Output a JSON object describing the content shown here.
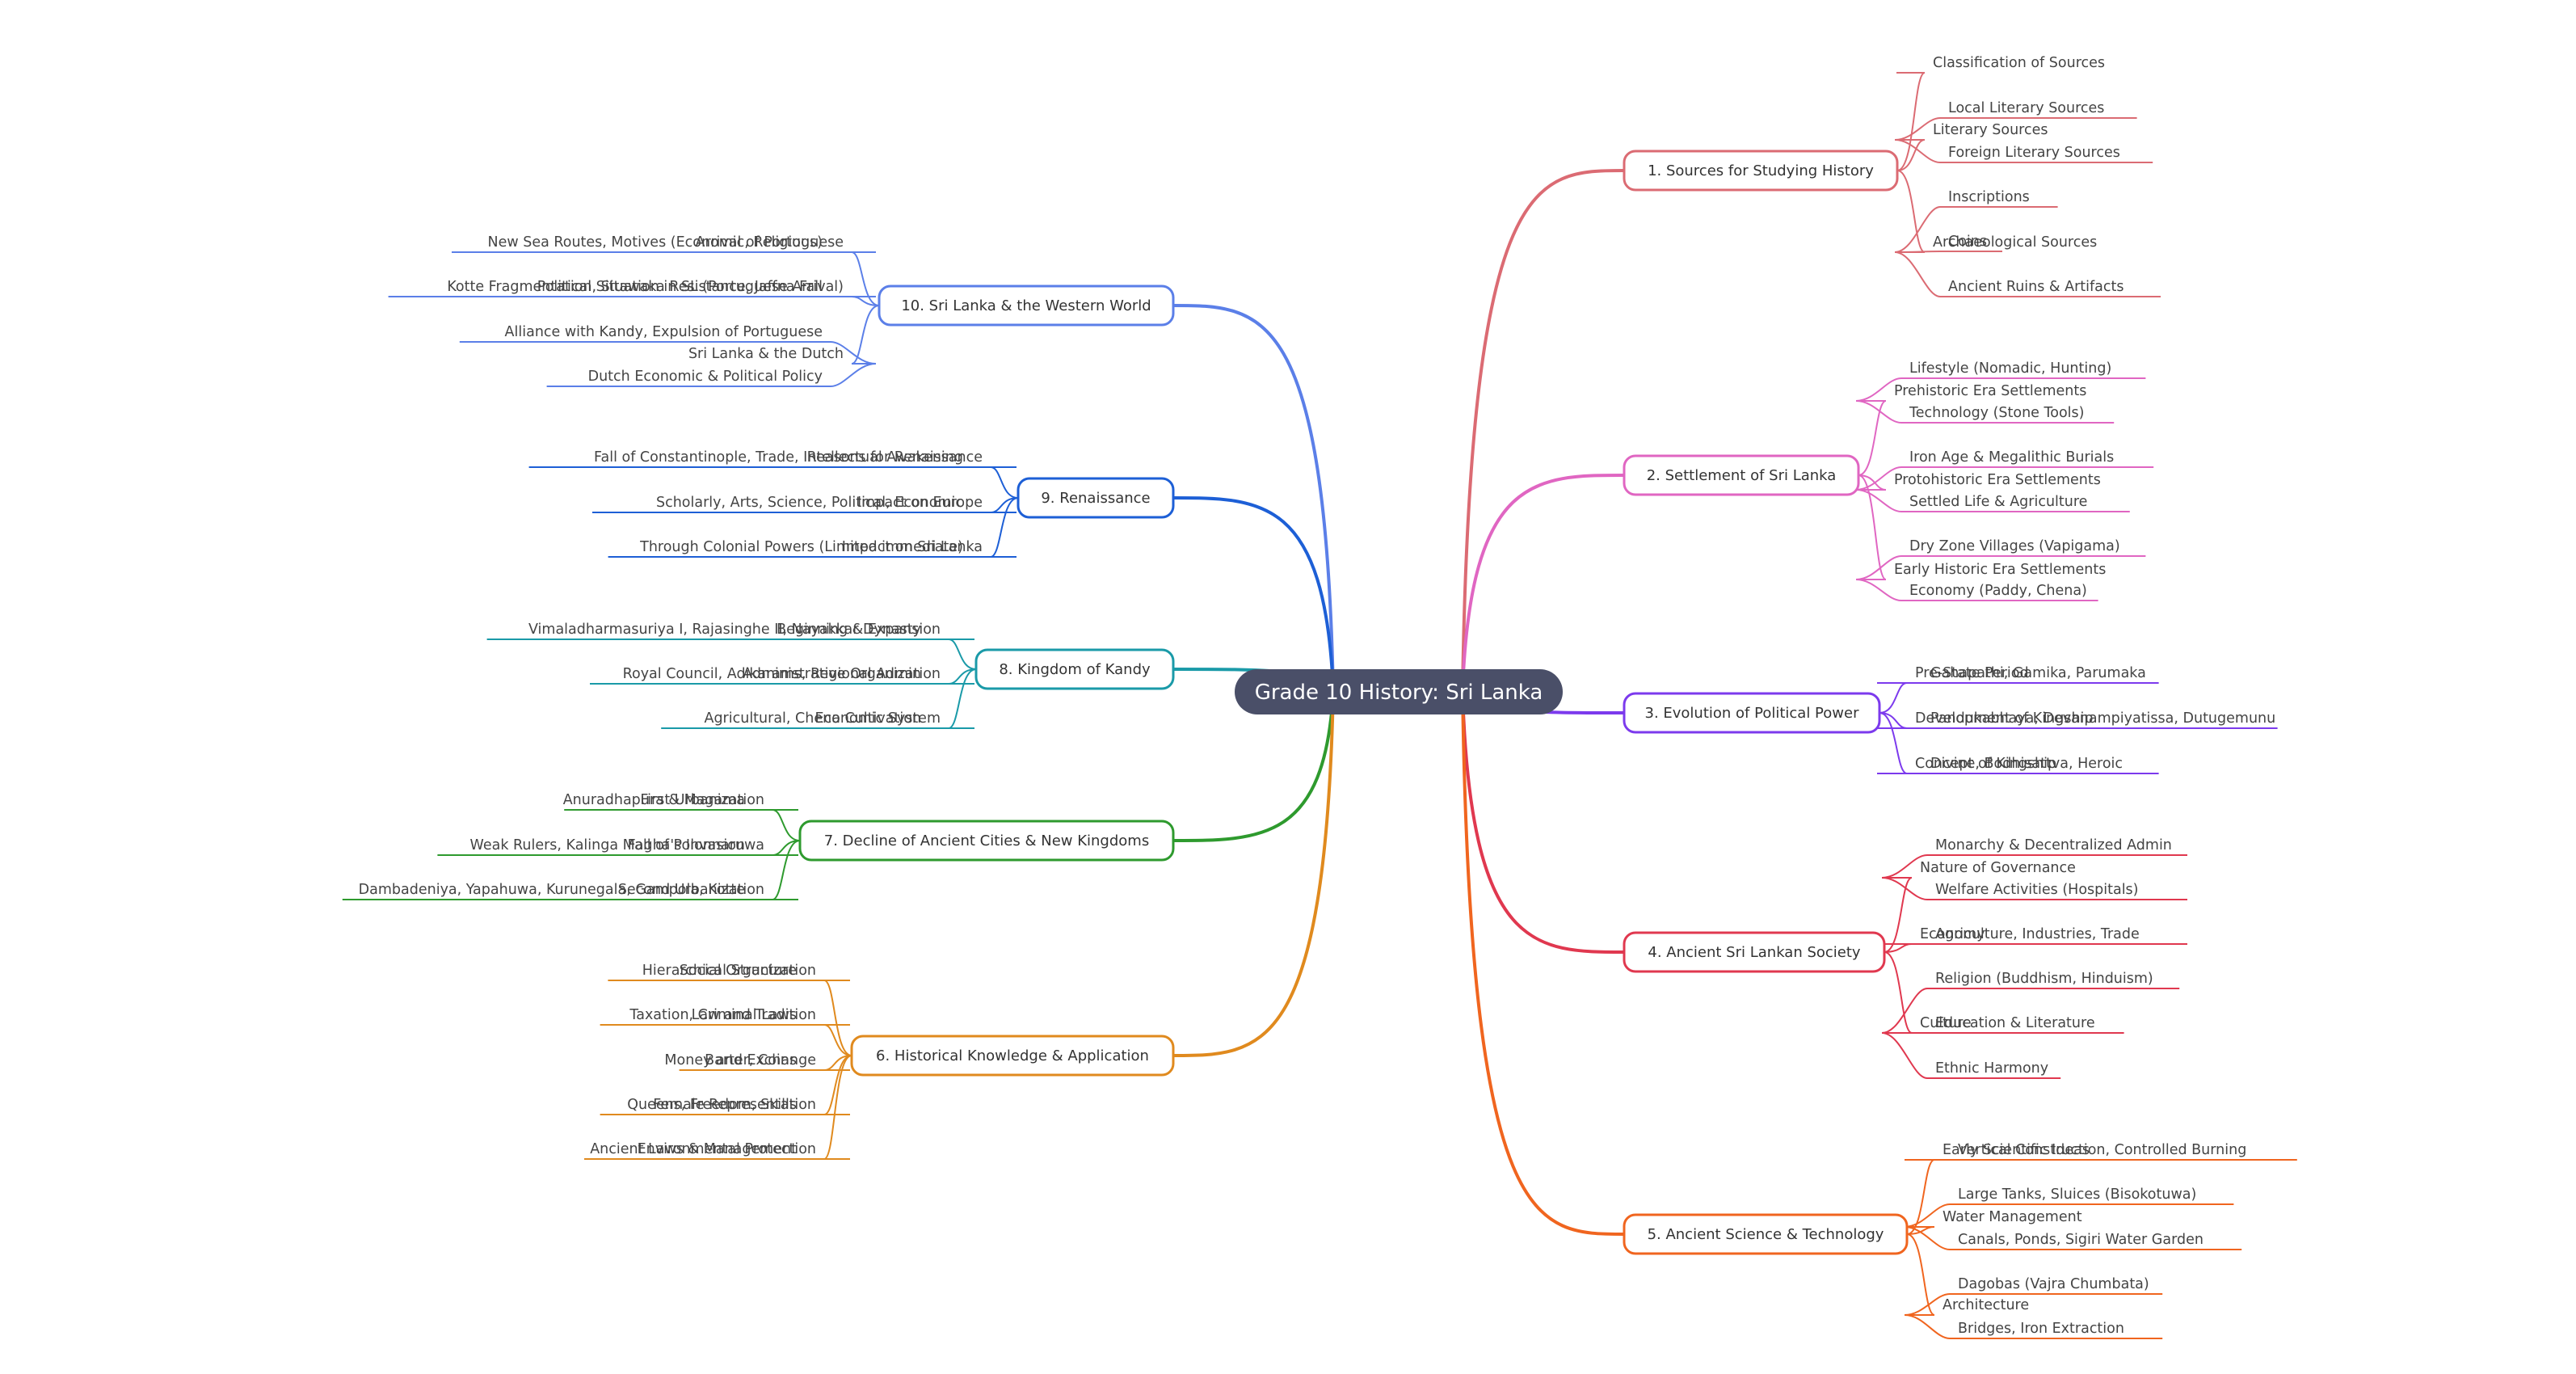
{
  "title": "Grade 10 History: Sri Lanka",
  "colors": {
    "root_fill": "#4a4f68",
    "root_text": "#ffffff",
    "node_fill": "#ffffff",
    "text": "#333333"
  },
  "branches": [
    {
      "label": "1. Sources for Studying History",
      "color": "#db6b73",
      "side": "right",
      "children": [
        {
          "label": "Classification of Sources",
          "children": []
        },
        {
          "label": "Literary Sources",
          "children": [
            {
              "label": "Local Literary Sources"
            },
            {
              "label": "Foreign Literary Sources"
            }
          ]
        },
        {
          "label": "Archaeological Sources",
          "children": [
            {
              "label": "Inscriptions"
            },
            {
              "label": "Coins"
            },
            {
              "label": "Ancient Ruins & Artifacts"
            }
          ]
        }
      ]
    },
    {
      "label": "2. Settlement of Sri Lanka",
      "color": "#e066c2",
      "side": "right",
      "children": [
        {
          "label": "Prehistoric Era Settlements",
          "children": [
            {
              "label": "Lifestyle (Nomadic, Hunting)"
            },
            {
              "label": "Technology (Stone Tools)"
            }
          ]
        },
        {
          "label": "Protohistoric Era Settlements",
          "children": [
            {
              "label": "Iron Age & Megalithic Burials"
            },
            {
              "label": "Settled Life & Agriculture"
            }
          ]
        },
        {
          "label": "Early Historic Era Settlements",
          "children": [
            {
              "label": "Dry Zone Villages (Vapigama)"
            },
            {
              "label": "Economy (Paddy, Chena)"
            }
          ]
        }
      ]
    },
    {
      "label": "3. Evolution of Political Power",
      "color": "#7c3aed",
      "side": "right",
      "children": [
        {
          "label": "Pre-State Period",
          "children": [
            {
              "label": "Gahapathi, Gamika, Parumaka"
            }
          ]
        },
        {
          "label": "Development of Kingship",
          "children": [
            {
              "label": "Pandukabhaya, Devanampiyatissa, Dutugemunu"
            }
          ]
        },
        {
          "label": "Concept of Kingship",
          "children": [
            {
              "label": "Divine, Bodhisattva, Heroic"
            }
          ]
        }
      ]
    },
    {
      "label": "4. Ancient Sri Lankan Society",
      "color": "#e0384f",
      "side": "right",
      "children": [
        {
          "label": "Nature of Governance",
          "children": [
            {
              "label": "Monarchy & Decentralized Admin"
            },
            {
              "label": "Welfare Activities (Hospitals)"
            }
          ]
        },
        {
          "label": "Economy",
          "children": [
            {
              "label": "Agriculture, Industries, Trade"
            }
          ]
        },
        {
          "label": "Culture",
          "children": [
            {
              "label": "Religion (Buddhism, Hinduism)"
            },
            {
              "label": "Education & Literature"
            },
            {
              "label": "Ethnic Harmony"
            }
          ]
        }
      ]
    },
    {
      "label": "5. Ancient Science & Technology",
      "color": "#f0651f",
      "side": "right",
      "children": [
        {
          "label": "Early Scientific Ideas",
          "children": [
            {
              "label": "Vertical Construction, Controlled Burning"
            }
          ]
        },
        {
          "label": "Water Management",
          "children": [
            {
              "label": "Large Tanks, Sluices (Bisokotuwa)"
            },
            {
              "label": "Canals, Ponds, Sigiri Water Garden"
            }
          ]
        },
        {
          "label": "Architecture",
          "children": [
            {
              "label": "Dagobas (Vajra Chumbata)"
            },
            {
              "label": "Bridges, Iron Extraction"
            }
          ]
        }
      ]
    },
    {
      "label": "10. Sri Lanka & the Western World",
      "color": "#5b7fe8",
      "side": "left",
      "children": [
        {
          "label": "Arrival of Portuguese",
          "children": [
            {
              "label": "New Sea Routes, Motives (Economic, Religious)"
            }
          ]
        },
        {
          "label": "Political Situation in SL (Portuguese Arrival)",
          "children": [
            {
              "label": "Kotte Fragmentation, Sitawaka Resistance, Jaffna Fall"
            }
          ]
        },
        {
          "label": "Sri Lanka & the Dutch",
          "children": [
            {
              "label": "Alliance with Kandy, Expulsion of Portuguese"
            },
            {
              "label": "Dutch Economic & Political Policy"
            }
          ]
        }
      ]
    },
    {
      "label": "9. Renaissance",
      "color": "#1d5fd6",
      "side": "left",
      "children": [
        {
          "label": "Reasons for Renaissance",
          "children": [
            {
              "label": "Fall of Constantinople, Trade, Intellectual Awakening"
            }
          ]
        },
        {
          "label": "Impact on Europe",
          "children": [
            {
              "label": "Scholarly, Arts, Science, Political, Economic"
            }
          ]
        },
        {
          "label": "Impact on Sri Lanka",
          "children": [
            {
              "label": "Through Colonial Powers (Limited immediate)"
            }
          ]
        }
      ]
    },
    {
      "label": "8. Kingdom of Kandy",
      "color": "#1a9aa8",
      "side": "left",
      "children": [
        {
          "label": "Beginning & Expansion",
          "children": [
            {
              "label": "Vimaladharmasuriya I, Rajasinghe II, Nayakkar Dynasty"
            }
          ]
        },
        {
          "label": "Administrative Organization",
          "children": [
            {
              "label": "Royal Council, Adikarams, Regional Admin"
            }
          ]
        },
        {
          "label": "Economic System",
          "children": [
            {
              "label": "Agricultural, Chena Cultivation"
            }
          ]
        }
      ]
    },
    {
      "label": "7. Decline of Ancient Cities & New Kingdoms",
      "color": "#2e9a2e",
      "side": "left",
      "children": [
        {
          "label": "First Urbanization",
          "children": [
            {
              "label": "Anuradhapura & Magama"
            }
          ]
        },
        {
          "label": "Fall of Polonnaruwa",
          "children": [
            {
              "label": "Weak Rulers, Kalinga Magha's Invasion"
            }
          ]
        },
        {
          "label": "Second Urbanization",
          "children": [
            {
              "label": "Dambadeniya, Yapahuwa, Kurunegala, Gampola, Kotte"
            }
          ]
        }
      ]
    },
    {
      "label": "6. Historical Knowledge & Application",
      "color": "#e08a1e",
      "side": "left",
      "children": [
        {
          "label": "Social Organization",
          "children": [
            {
              "label": "Hierarchical Structure"
            }
          ]
        },
        {
          "label": "Law and Tradition",
          "children": [
            {
              "label": "Taxation, Criminal Laws"
            }
          ]
        },
        {
          "label": "Money and Exchange",
          "children": [
            {
              "label": "Barter, Coins"
            }
          ]
        },
        {
          "label": "Female Representation",
          "children": [
            {
              "label": "Queens, Freedom, Skills"
            }
          ]
        },
        {
          "label": "Environmental Protection",
          "children": [
            {
              "label": "Ancient Laws & Management"
            }
          ]
        }
      ]
    }
  ]
}
